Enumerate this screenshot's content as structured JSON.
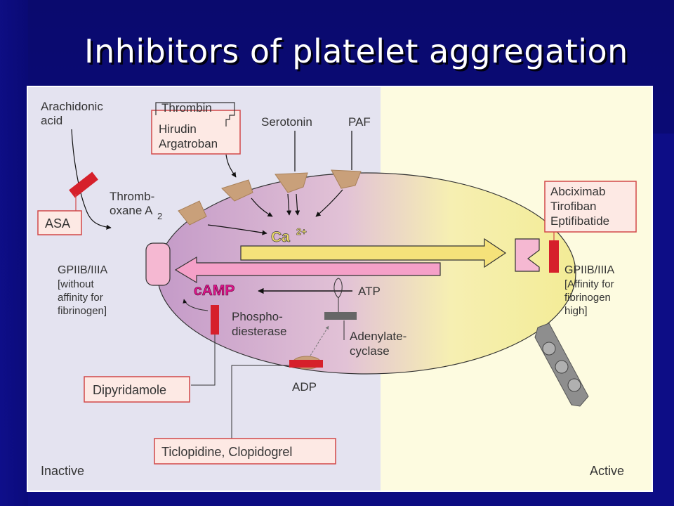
{
  "slide": {
    "title": "Inhibitors of platelet aggregation"
  },
  "diagram": {
    "zone_labels": {
      "inactive": "Inactive",
      "active": "Active"
    },
    "agonists": {
      "arachidonic_line1": "Arachidonic",
      "arachidonic_line2": "acid",
      "thrombin": "Thrombin",
      "serotonin": "Serotonin",
      "paf": "PAF",
      "thromboxane_line1": "Thromb-",
      "thromboxane_line2": "oxane A",
      "thromboxane_sub": "2",
      "adp": "ADP",
      "atp": "ATP"
    },
    "drugs": {
      "asa": "ASA",
      "hirudin": "Hirudin",
      "argatroban": "Argatroban",
      "abciximab": "Abciximab",
      "tirofiban": "Tirofiban",
      "eptifibatide": "Eptifibatide",
      "dipyridamole": "Dipyridamole",
      "ticlopidine": "Ticlopidine, Clopidogrel"
    },
    "molecules": {
      "calcium": "Ca",
      "calcium_charge": "2+",
      "camp": "cAMP"
    },
    "enzymes": {
      "phospho_line1": "Phospho-",
      "phospho_line2": "diesterase",
      "adenylate_line1": "Adenylate-",
      "adenylate_line2": "cyclase"
    },
    "receptor_inactive": {
      "line1": "GPIIB/IIIA",
      "line2": "[without",
      "line3": "affinity for",
      "line4": "fibrinogen]"
    },
    "receptor_active": {
      "line1": "GPIIB/IIIA",
      "line2": "[Affinity for",
      "line3": "fibrinogen",
      "line4": "high]"
    },
    "colors": {
      "inhibitor_bar": "#d6202b",
      "receptor_pink": "#f5b8d2",
      "agonist_receptor": "#c9a07a",
      "calcium_arrow": "#f5e27a",
      "camp_text": "#e0148c",
      "cell_purple": "#c9a2cc",
      "cell_yellow": "#f7f0a6",
      "box_fill": "#fde9e4",
      "box_border": "#d24848"
    }
  }
}
